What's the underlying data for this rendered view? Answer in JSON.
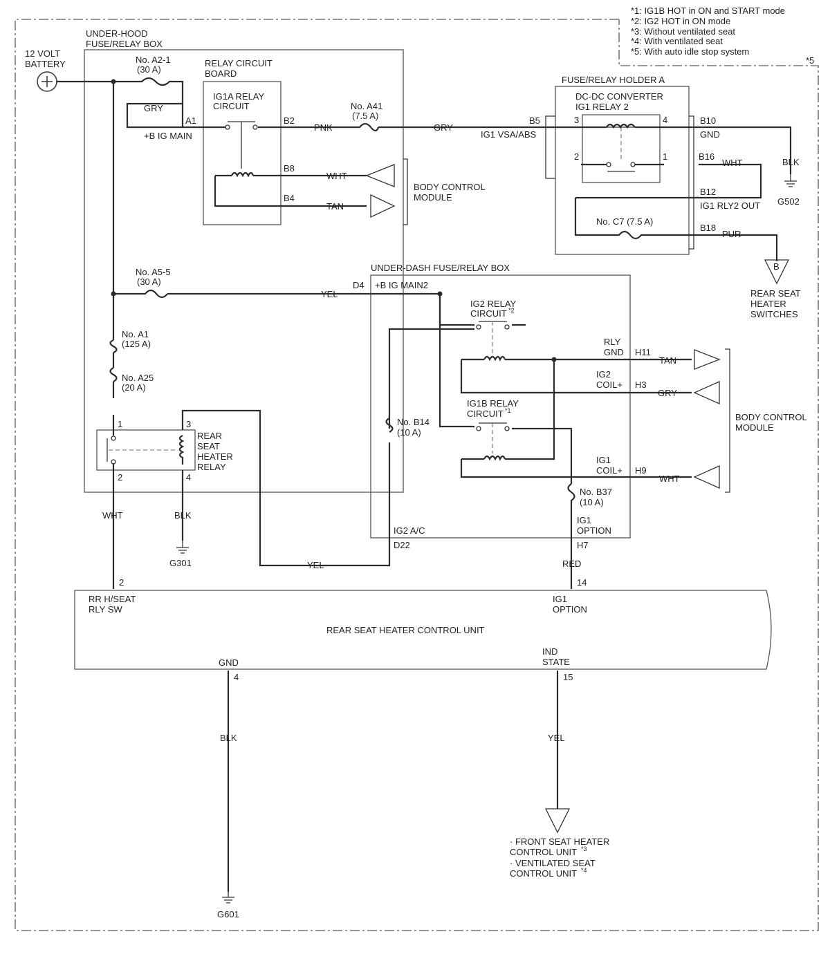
{
  "notes": [
    "*1: IG1B HOT in ON and START mode",
    "*2: IG2 HOT in ON mode",
    "*3: Without ventilated seat",
    "*4: With ventilated seat",
    "*5: With auto idle stop system"
  ],
  "note_ref": "*5",
  "battery": {
    "label1": "12 VOLT",
    "label2": "BATTERY"
  },
  "under_hood": {
    "title1": "UNDER-HOOD",
    "title2": "FUSE/RELAY BOX",
    "fuse_a2_1": {
      "name": "No. A2-1",
      "rating": "(30 A)"
    },
    "fuse_a5_5": {
      "name": "No. A5-5",
      "rating": "(30 A)"
    },
    "fuse_a1": {
      "name": "No. A1",
      "rating": "(125 A)"
    },
    "fuse_a25": {
      "name": "No. A25",
      "rating": "(20 A)"
    },
    "fuse_a41": {
      "name": "No. A41",
      "rating": "(7.5 A)"
    },
    "wire_gry": "GRY",
    "pin_a1": "A1",
    "label_big_main": "+B IG MAIN",
    "relay_board1": "RELAY CIRCUIT",
    "relay_board2": "BOARD",
    "ig1a1": "IG1A RELAY",
    "ig1a2": "CIRCUIT",
    "pin_b2": "B2",
    "pin_b8": "B8",
    "pin_b4": "B4",
    "rear_relay": [
      "REAR",
      "SEAT",
      "HEATER",
      "RELAY"
    ],
    "rr_pins": {
      "p1": "1",
      "p2": "2",
      "p3": "3",
      "p4": "4"
    }
  },
  "wires": {
    "pnk": "PNK",
    "gry_b5": "GRY",
    "wht_b8": "WHT",
    "tan_b4": "TAN",
    "yel_d4": "YEL",
    "wht_rr": "WHT",
    "blk_rr": "BLK",
    "yel_d22": "YEL",
    "red_h7": "RED",
    "tan_h11": "TAN",
    "gry_h3": "GRY",
    "wht_h9": "WHT",
    "blk_gnd": "BLK",
    "yel_ind": "YEL",
    "wht_b16": "WHT",
    "blk_b10": "BLK",
    "pur_b18": "PUR"
  },
  "bcm_top": {
    "line1": "BODY CONTROL",
    "line2": "MODULE"
  },
  "fuse_relay_holder": {
    "title": "FUSE/RELAY HOLDER A",
    "relay1": "DC-DC CONVERTER",
    "relay2": "IG1 RELAY 2",
    "pin_b5": "B5",
    "ig1_vsa": "IG1 VSA/ABS",
    "p3": "3",
    "p4": "4",
    "p2": "2",
    "p1": "1",
    "b10": "B10",
    "gnd": "GND",
    "b16": "B16",
    "b12": "B12",
    "ig1_rly2_out": "IG1 RLY2 OUT",
    "b18": "B18",
    "fuse_c7": "No. C7 (7.5 A)"
  },
  "grounds": {
    "g502": "G502",
    "g301": "G301",
    "g601": "G601"
  },
  "connector_b": "B",
  "rear_seat_heater_switches": [
    "REAR SEAT",
    "HEATER",
    "SWITCHES"
  ],
  "under_dash": {
    "title": "UNDER-DASH FUSE/RELAY BOX",
    "d4": "D4",
    "big_main2": "+B IG MAIN2",
    "ig2_relay1": "IG2 RELAY",
    "ig2_relay2": "CIRCUIT",
    "ig2_sup": "*2",
    "rly": "RLY",
    "gnd": "GND",
    "h11": "H11",
    "ig2": "IG2",
    "coil_plus": "COIL+",
    "h3": "H3",
    "ig1b1": "IG1B RELAY",
    "ig1b2": "CIRCUIT",
    "ig1b_sup": "*1",
    "fuse_b14": {
      "name": "No. B14",
      "rating": "(10 A)"
    },
    "ig1": "IG1",
    "coil_plus2": "COIL+",
    "h9": "H9",
    "fuse_b37": {
      "name": "No. B37",
      "rating": "(10 A)"
    },
    "ig1_opt1": "IG1",
    "ig1_opt2": "OPTION",
    "ig2_ac": "IG2 A/C",
    "d22": "D22",
    "h7": "H7"
  },
  "bcm_right": {
    "line1": "BODY CONTROL",
    "line2": "MODULE"
  },
  "control_unit": {
    "name": "REAR SEAT HEATER CONTROL UNIT",
    "pin2": "2",
    "rr1": "RR H/SEAT",
    "rr2": "RLY SW",
    "pin14": "14",
    "ig1": "IG1",
    "option": "OPTION",
    "gnd": "GND",
    "pin4": "4",
    "ind": "IND",
    "state": "STATE",
    "pin15": "15"
  },
  "bottom_dest": {
    "l1": "· FRONT SEAT HEATER",
    "l2": "CONTROL UNIT",
    "l2_sup": "*3",
    "l3": "· VENTILATED SEAT",
    "l4": "CONTROL UNIT",
    "l4_sup": "*4"
  }
}
